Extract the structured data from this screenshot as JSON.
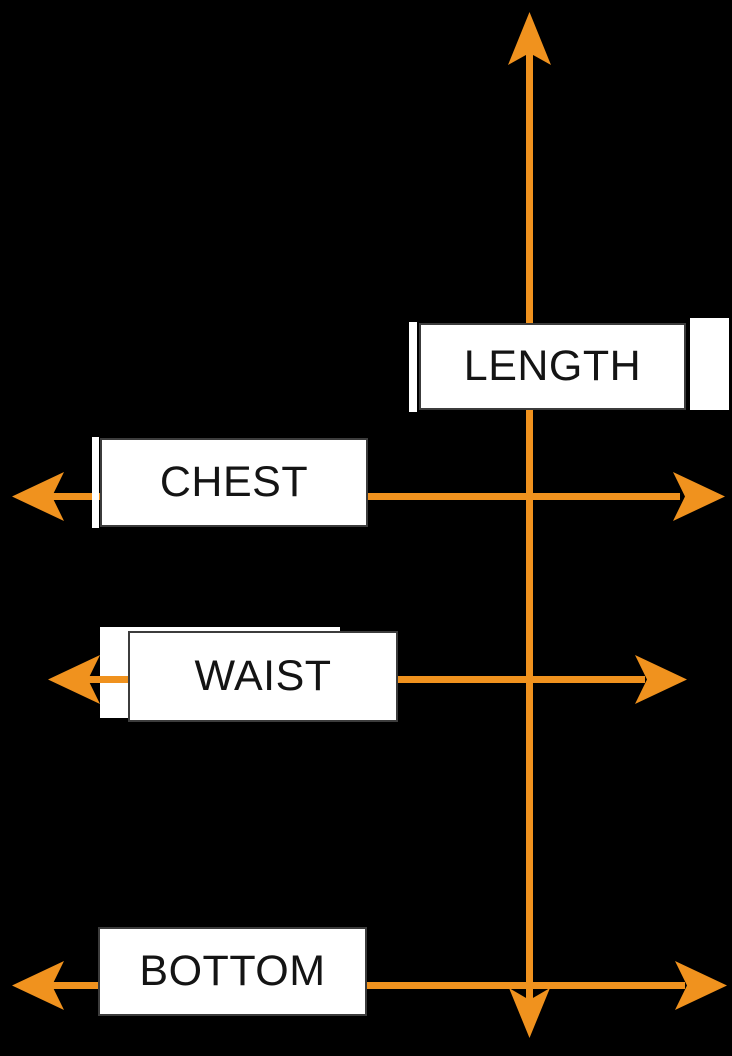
{
  "labels": {
    "length": "LENGTH",
    "chest": "CHEST",
    "waist": "WAIST",
    "bottom": "BOTTOM"
  },
  "colors": {
    "background": "#000000",
    "arrow": "#F0921E",
    "label_background": "#FFFFFF",
    "label_border": "#3C3C3C",
    "label_text": "#141414"
  }
}
